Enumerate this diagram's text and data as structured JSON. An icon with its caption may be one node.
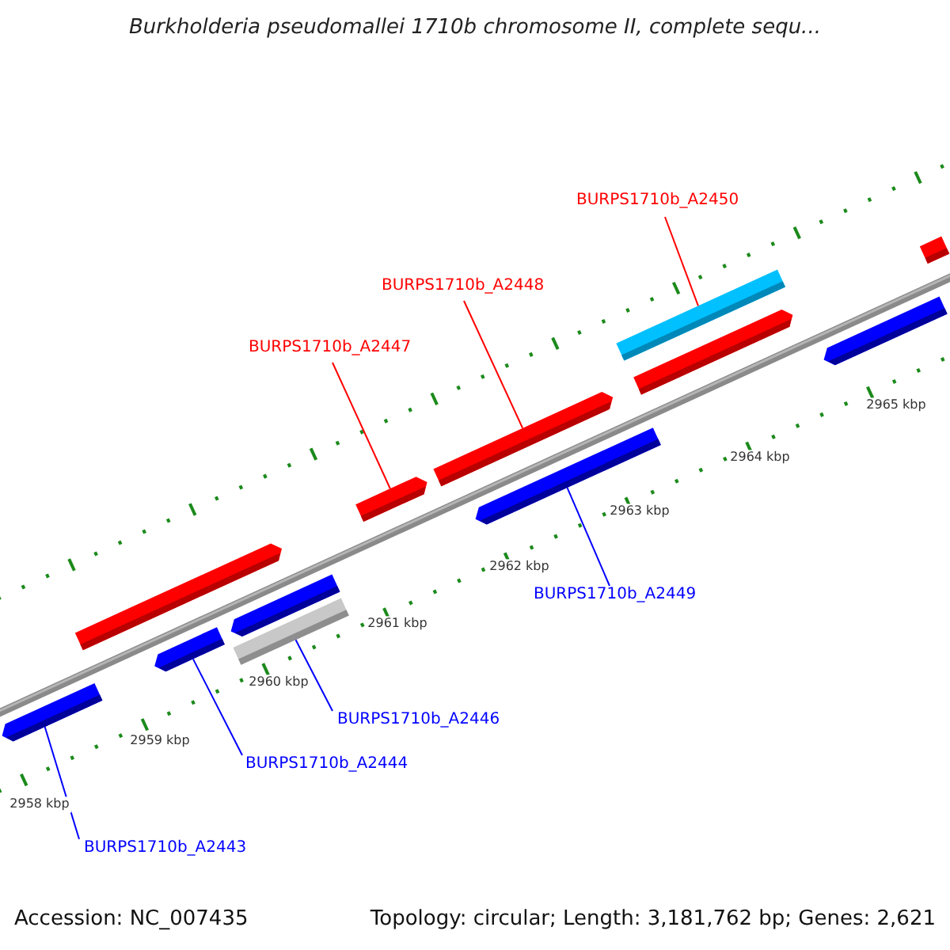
{
  "diagram": {
    "title": "Burkholderia pseudomallei 1710b chromosome II, complete sequ...",
    "nodes": [
      {
        "text": [
          "BURPS1710b_A2450"
        ]
      },
      {
        "text": [
          "BURPS1710b_A2448"
        ]
      },
      {
        "text": [
          "BURPS1710b_A2447"
        ]
      },
      {
        "text": [
          "BURPS1710b_A2449"
        ]
      },
      {
        "text": [
          "BURPS1710b_A2446"
        ]
      },
      {
        "text": [
          "BURPS1710b_A2444"
        ]
      },
      {
        "text": [
          "BURPS1710b_A2443"
        ]
      },
      {
        "text": [],
        "shape": "bar"
      },
      {
        "text": [],
        "shape": "bar"
      },
      {
        "text": [],
        "shape": "bar"
      },
      {
        "text": [],
        "shape": "bar"
      },
      {
        "text": [],
        "shape": "bar"
      },
      {
        "text": [],
        "shape": "bar"
      },
      {
        "text": [],
        "shape": "bar"
      },
      {
        "text": [],
        "shape": "bar"
      },
      {
        "text": [],
        "shape": "bar"
      },
      {
        "text": [],
        "shape": "bar"
      },
      {
        "text": [],
        "shape": "bar"
      },
      {
        "text": [],
        "shape": "bar"
      }
    ],
    "edges": [
      {
        "from": 0,
        "to": 15,
        "arrow": "none",
        "color": "#ff0000"
      },
      {
        "from": 1,
        "to": 13,
        "arrow": "none",
        "color": "#ff0000"
      },
      {
        "from": 2,
        "to": 12,
        "arrow": "none",
        "color": "#ff0000"
      },
      {
        "from": 3,
        "to": 14,
        "arrow": "none"
      },
      {
        "from": 4,
        "to": 10,
        "arrow": "none"
      },
      {
        "from": 5,
        "to": 9,
        "arrow": "none"
      },
      {
        "from": 6,
        "to": 7,
        "arrow": "none"
      }
    ],
    "labels": [
      "2965 kbp",
      "2964 kbp",
      "2963 kbp",
      "2962 kbp",
      "2961 kbp",
      "2960 kbp",
      "2959 kbp",
      "2958 kbp",
      "Accession: NC_007435",
      "Topology: circular; Length: 3,181,762 bp; Genes: 2,621"
    ]
  }
}
